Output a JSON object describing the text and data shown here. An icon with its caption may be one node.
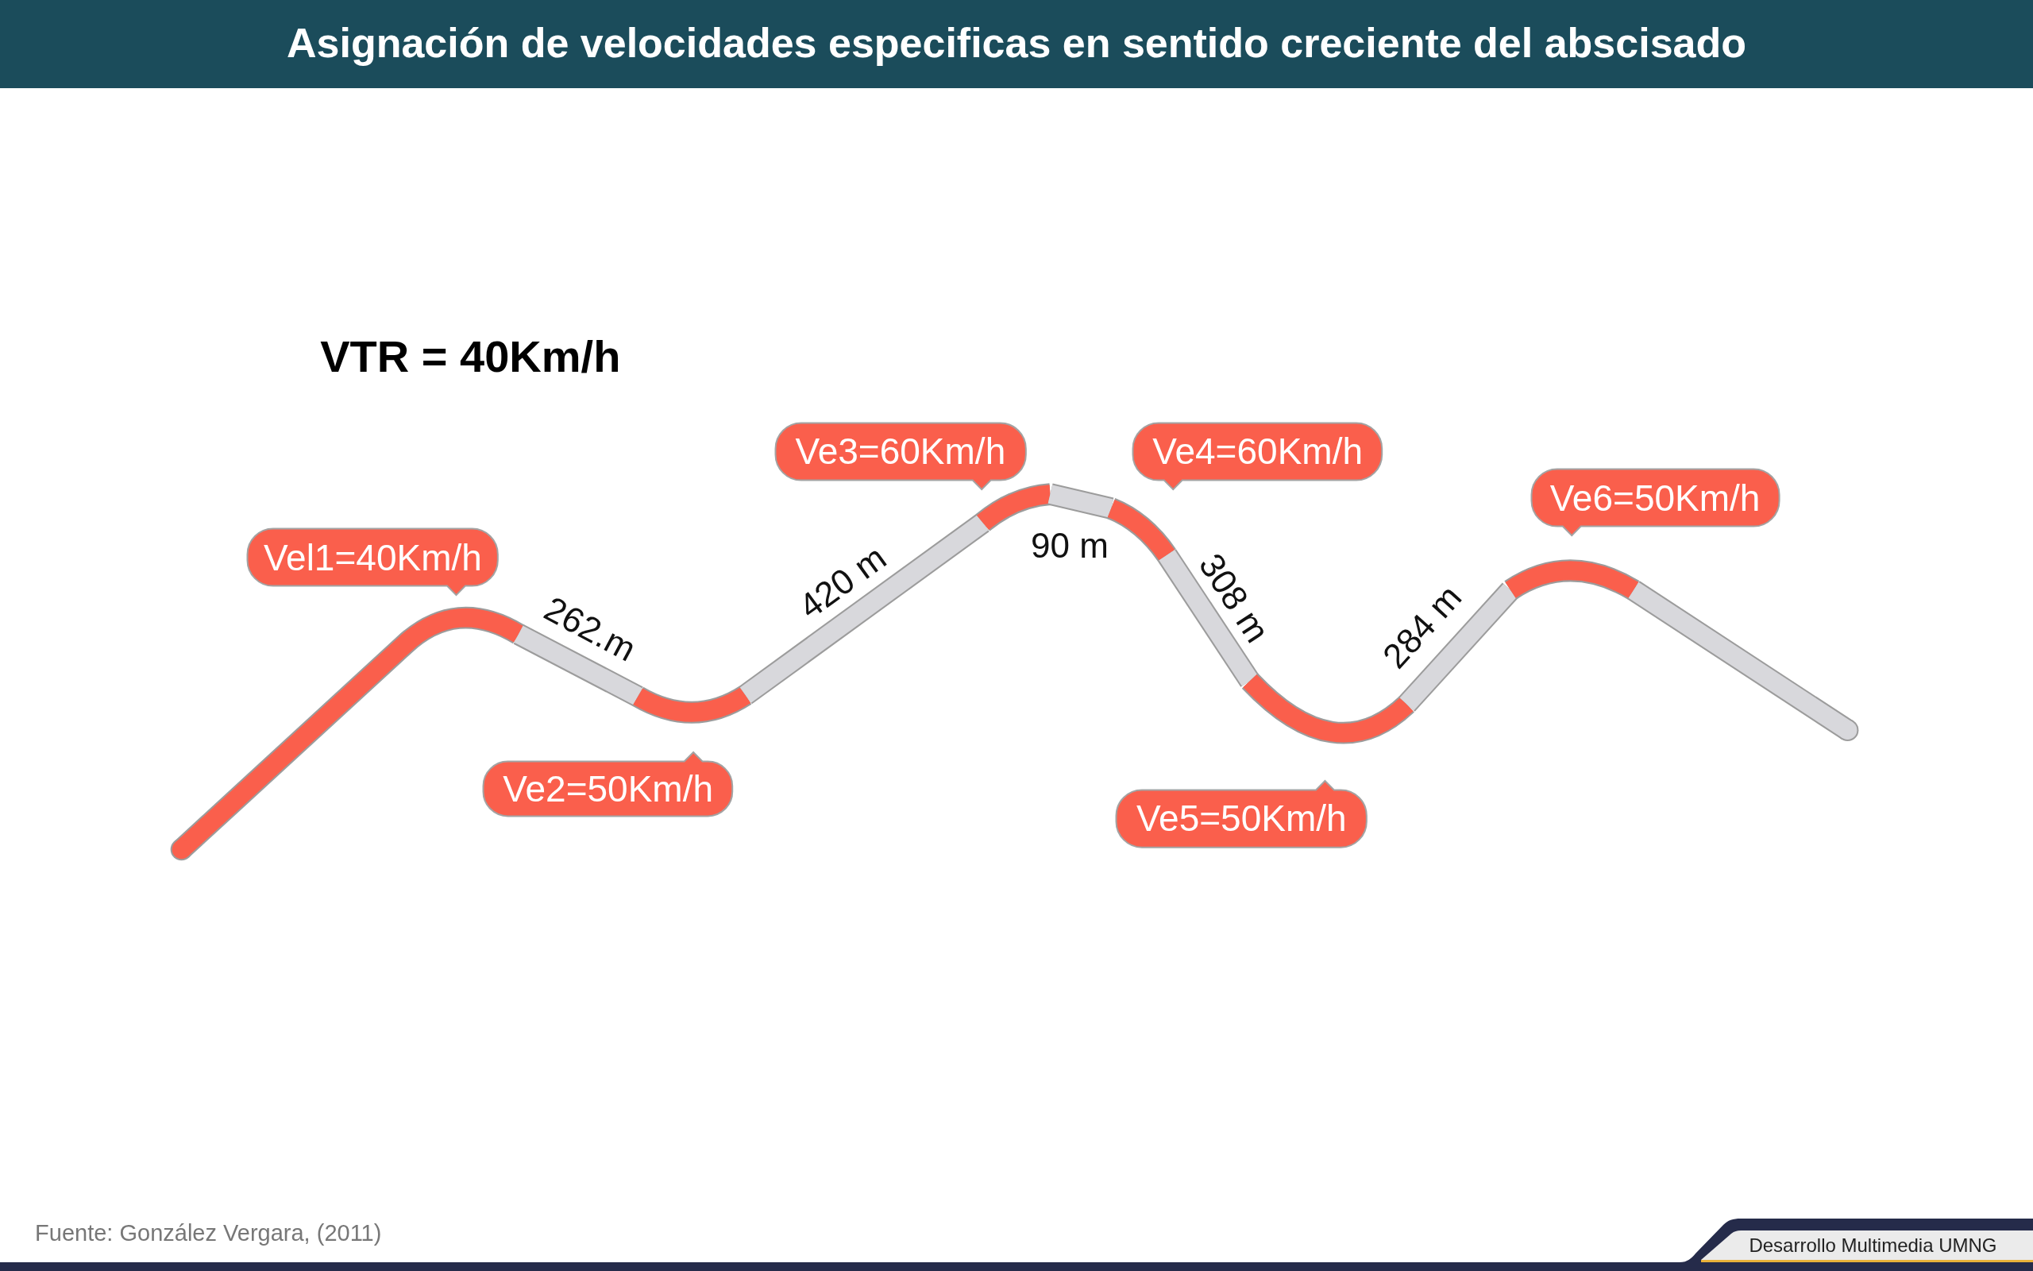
{
  "diagram": {
    "title": "Asignación de velocidades especificas en sentido creciente del abscisado",
    "caption": "Fuente: González Vergara, (2011)",
    "nodes": [
      {
        "text": [
          "Vel1=40Km/h"
        ]
      },
      {
        "text": [
          "Ve2=50Km/h"
        ]
      },
      {
        "text": [
          "Ve3=60Km/h"
        ]
      },
      {
        "text": [
          "Ve4=60Km/h"
        ]
      },
      {
        "text": [
          "Ve5=50Km/h"
        ]
      },
      {
        "text": [
          "Ve6=50Km/h"
        ]
      }
    ],
    "labels": [
      "VTR = 40Km/h",
      "262.m",
      "420 m",
      "90 m",
      "308 m",
      "284 m",
      "Desarrollo Multimedia UMNG"
    ]
  }
}
